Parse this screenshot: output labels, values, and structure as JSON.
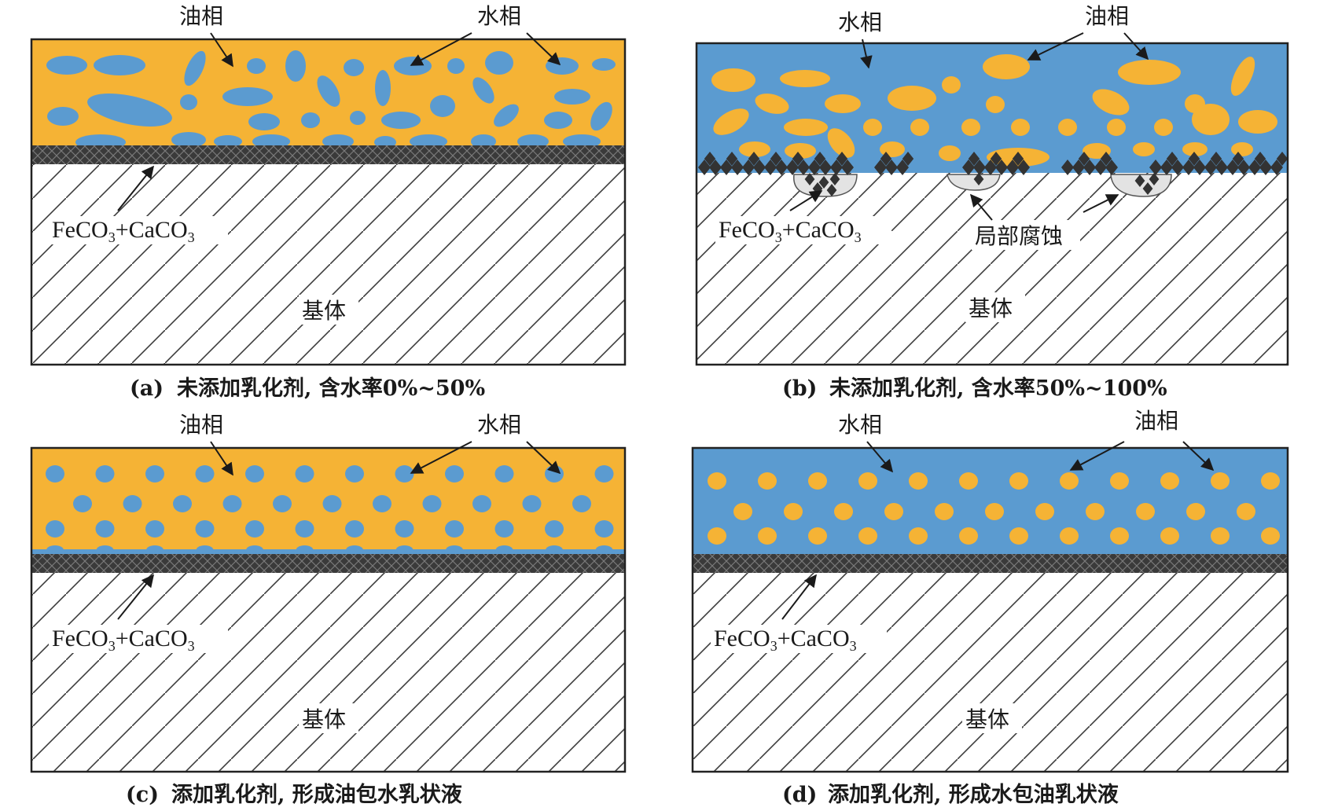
{
  "colors": {
    "oil": "#f5b335",
    "water": "#5b9bd0",
    "film": "#3a3a3a",
    "hatch": "#3c3c3c",
    "pit": "#e3e3e3"
  },
  "panels": [
    {
      "id": "a",
      "labels": {
        "oil": "油相",
        "water": "水相",
        "film": "FeCO3+CaCO3",
        "substrate": "基体"
      },
      "caption": {
        "letter": "(a)",
        "text": "未添加乳化剂, 含水率0%~50%"
      }
    },
    {
      "id": "b",
      "labels": {
        "oil": "油相",
        "water": "水相",
        "film": "FeCO3+CaCO3",
        "substrate": "基体",
        "corrosion": "局部腐蚀"
      },
      "caption": {
        "letter": "(b)",
        "text": "未添加乳化剂, 含水率50%~100%"
      }
    },
    {
      "id": "c",
      "labels": {
        "oil": "油相",
        "water": "水相",
        "film": "FeCO3+CaCO3",
        "substrate": "基体"
      },
      "caption": {
        "letter": "(c)",
        "text": "添加乳化剂, 形成油包水乳状液"
      }
    },
    {
      "id": "d",
      "labels": {
        "oil": "油相",
        "water": "水相",
        "film": "FeCO3+CaCO3",
        "substrate": "基体"
      },
      "caption": {
        "letter": "(d)",
        "text": "添加乳化剂, 形成水包油乳状液"
      }
    }
  ]
}
